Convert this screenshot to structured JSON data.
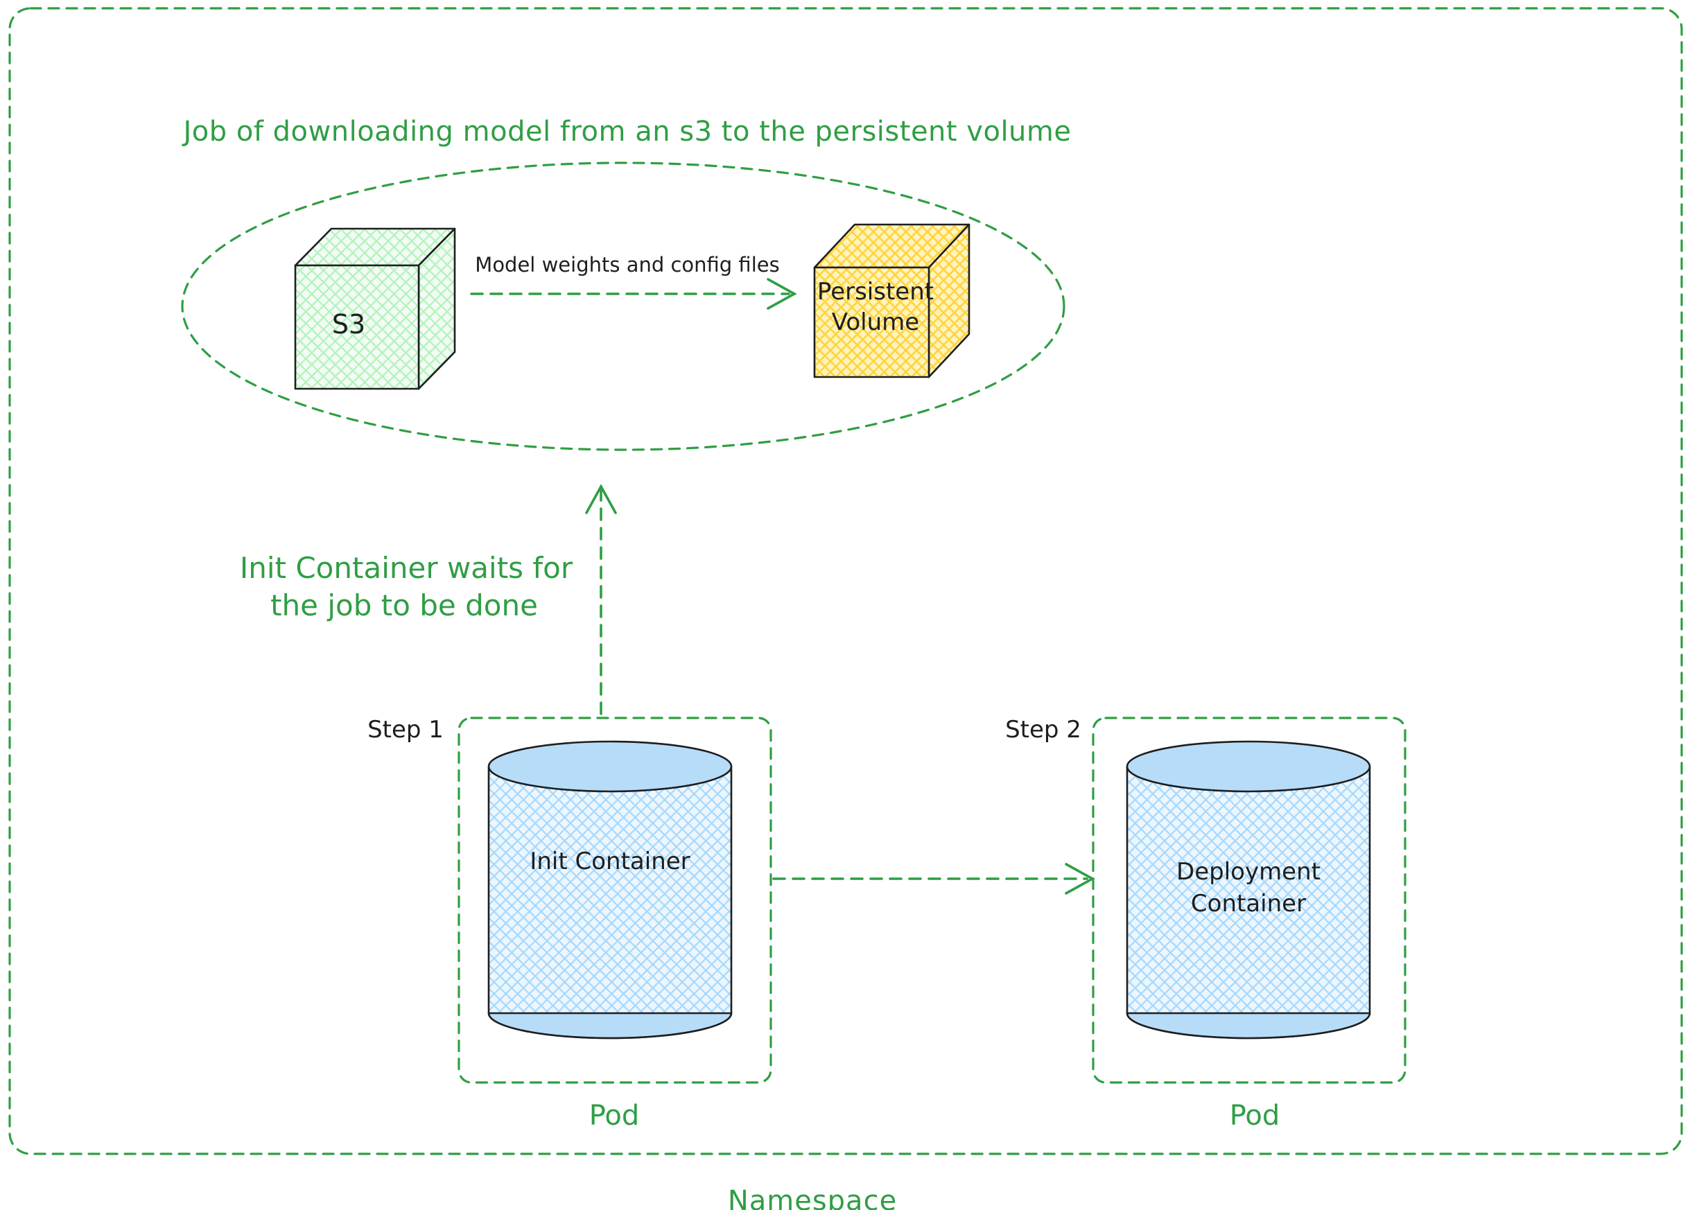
{
  "diagram": {
    "namespace_label": "Namespace",
    "job_group": {
      "title": "Job of downloading model from an s3 to the persistent volume",
      "s3_label": "S3",
      "arrow_label": "Model weights and config files",
      "pv_label_line1": "Persistent",
      "pv_label_line2": "Volume"
    },
    "wait_note": {
      "line1": "Init Container waits for",
      "line2": "the job to be done"
    },
    "step1": {
      "label": "Step 1",
      "container_label": "Init Container",
      "pod_label": "Pod"
    },
    "step2": {
      "label": "Step 2",
      "container_label_line1": "Deployment",
      "container_label_line2": "Container",
      "pod_label": "Pod"
    },
    "colors": {
      "green_stroke": "#2f9e44",
      "black_stroke": "#1e1e1e",
      "s3_fill": "#b2f2bb",
      "persistent_volume_fill": "#ffd43b",
      "cylinder_fill": "#a5d8ff"
    }
  }
}
